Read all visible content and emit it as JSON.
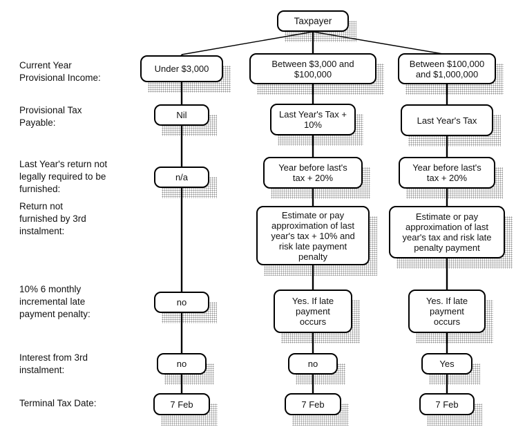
{
  "figure": {
    "root_label": "Taxpayer",
    "row_labels": {
      "income": "Current Year\nProvisional Income:",
      "tax_payable": "Provisional Tax\nPayable:",
      "return_not_required": "Last Year's return not\nlegally required to be\nfurnished:",
      "return_not_furnished": "Return not\nfurnished by 3rd\ninstalment:",
      "late_penalty": "10% 6 monthly\nincremental late\npayment penalty:",
      "interest": "Interest from 3rd\ninstalment:",
      "terminal_date": "Terminal Tax Date:"
    },
    "columns": [
      {
        "income": "Under $3,000",
        "tax_payable": "Nil",
        "return_not_required": "n/a",
        "late_penalty": "no",
        "interest": "no",
        "terminal_date": "7 Feb"
      },
      {
        "income": "Between $3,000 and\n$100,000",
        "tax_payable": "Last Year's Tax +\n10%",
        "return_not_required": "Year before last's\ntax + 20%",
        "return_not_furnished": "Estimate or pay\napproximation of last\nyear's tax + 10% and\nrisk late payment\npenalty",
        "late_penalty": "Yes. If late\npayment\noccurs",
        "interest": "no",
        "terminal_date": "7 Feb"
      },
      {
        "income": "Between $100,000\nand $1,000,000",
        "tax_payable": "Last Year's Tax",
        "return_not_required": "Year before last's\ntax + 20%",
        "return_not_furnished": "Estimate or pay\napproximation of last\nyear's tax and risk late\npenalty payment",
        "late_penalty": "Yes. If late\npayment\noccurs",
        "interest": "Yes",
        "terminal_date": "7 Feb"
      }
    ],
    "colors": {
      "box_border": "#000000",
      "shadow_dot": "#8f8f8f",
      "background": "#ffffff"
    }
  }
}
